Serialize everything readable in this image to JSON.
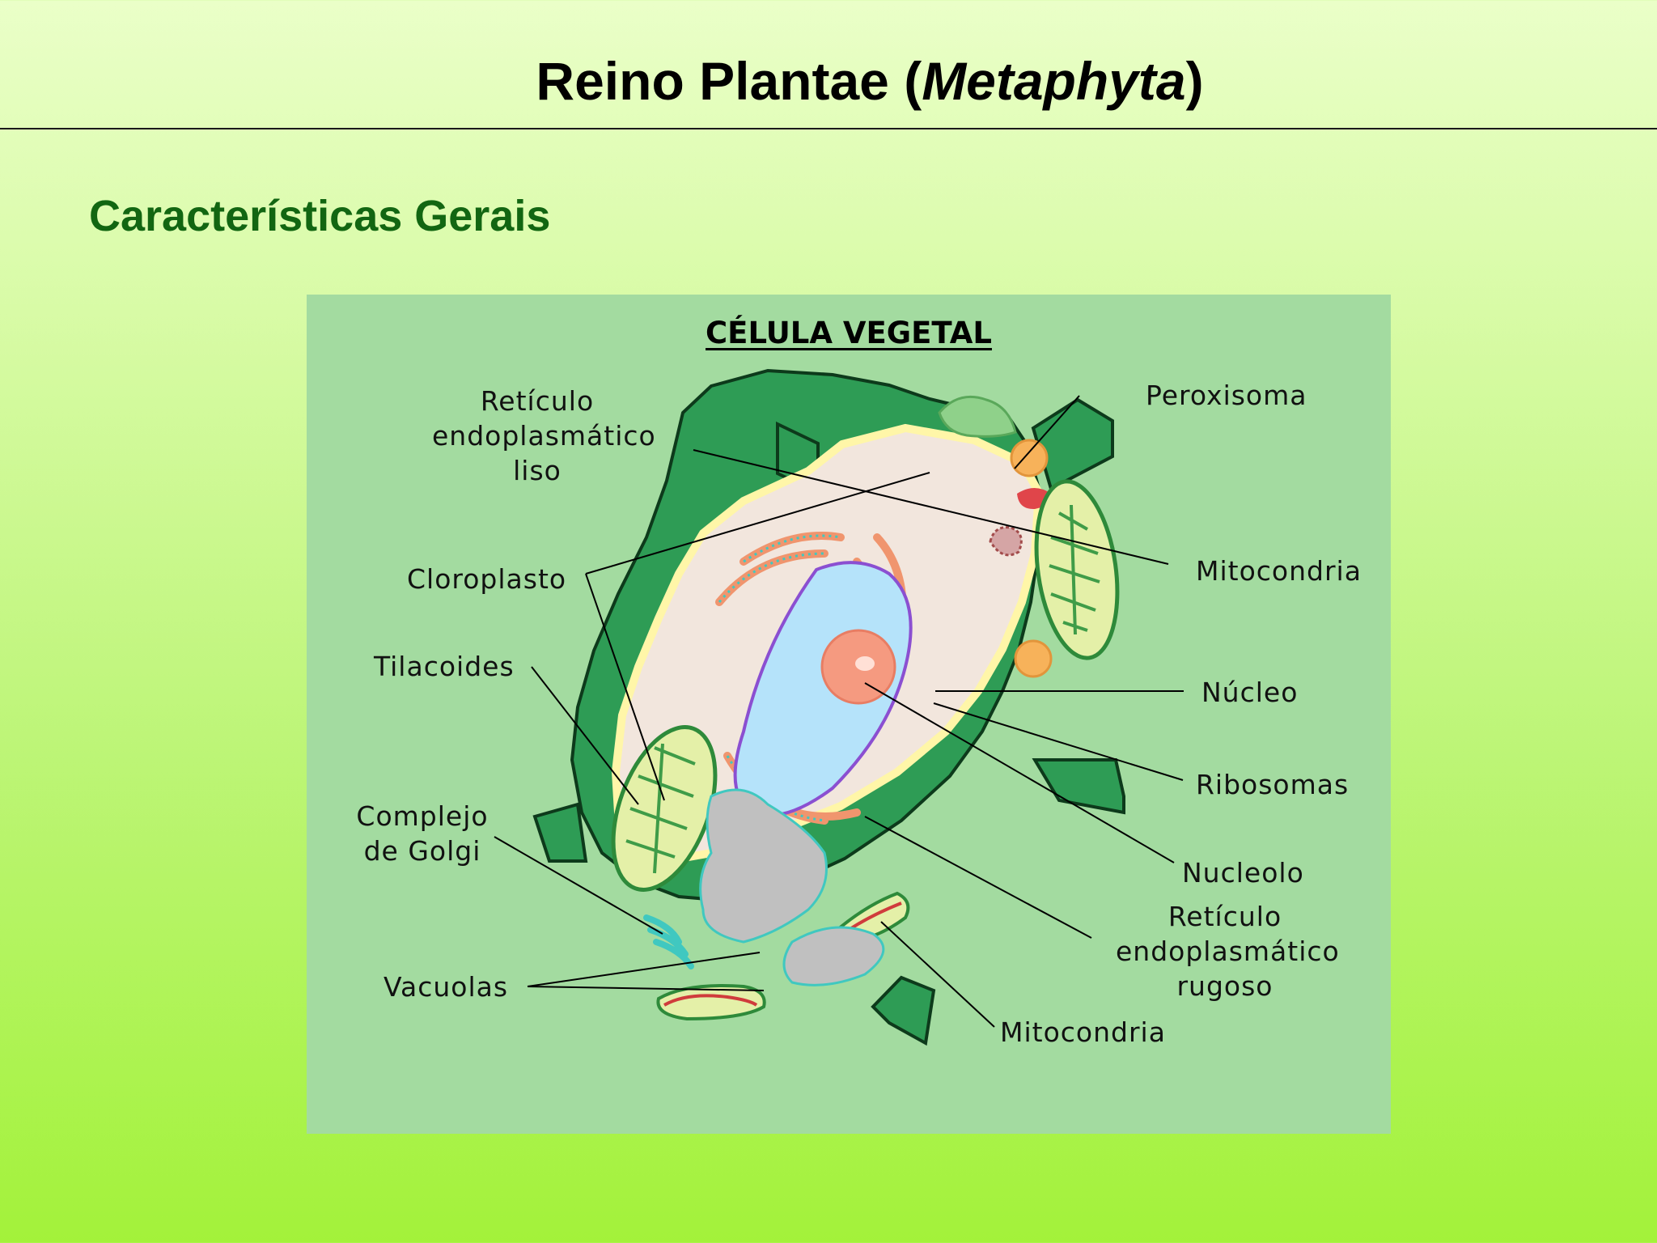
{
  "slide": {
    "title_main": "Reino Plantae (",
    "title_italic": "Metaphyta",
    "title_end": ")",
    "subtitle": "Características Gerais"
  },
  "diagram": {
    "heading": "CÉLULA VEGETAL",
    "labels": {
      "reticulo_liso": [
        "Retículo",
        "endoplasmático",
        "liso"
      ],
      "cloroplasto": "Cloroplasto",
      "tilacoides": "Tilacoides",
      "complejo_golgi": [
        "Complejo",
        "de Golgi"
      ],
      "vacuolas": "Vacuolas",
      "peroxisoma": "Peroxisoma",
      "mitocondria_top": "Mitocondria",
      "nucleo": "Núcleo",
      "ribosomas": "Ribosomas",
      "nucleolo": "Nucleolo",
      "reticulo_rugoso": [
        "Retículo",
        "endoplasmático",
        "rugoso"
      ],
      "mitocondria_bottom": "Mitocondria"
    }
  },
  "colors": {
    "cell_wall": "#2e9c55",
    "cytoplasm": "#f2e6dd",
    "nucleus": "#b5e3fa",
    "nucleolus": "#f59a80",
    "vacuole": "#c0c0c0",
    "chloroplast": "#e4f0a8",
    "peroxisome": "#f7b25a"
  }
}
